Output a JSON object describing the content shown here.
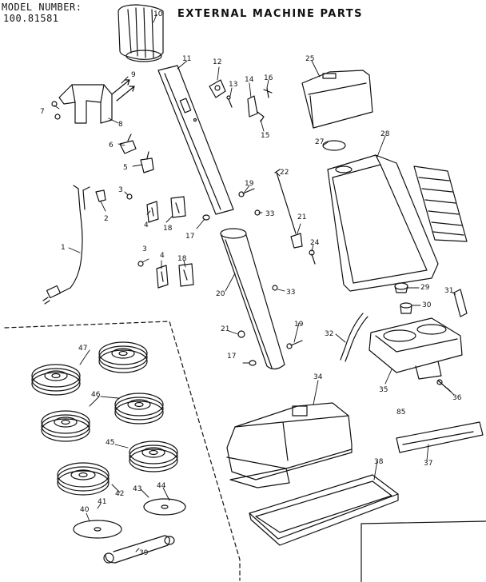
{
  "header": {
    "model_label": "MODEL NUMBER:",
    "model_number": "100.81581",
    "title": "EXTERNAL MACHINE PARTS"
  },
  "callouts": [
    {
      "id": "1",
      "text": "1"
    },
    {
      "id": "2",
      "text": "2"
    },
    {
      "id": "3a",
      "text": "3"
    },
    {
      "id": "3b",
      "text": "3"
    },
    {
      "id": "4a",
      "text": "4"
    },
    {
      "id": "4b",
      "text": "4"
    },
    {
      "id": "5",
      "text": "5"
    },
    {
      "id": "6",
      "text": "6"
    },
    {
      "id": "7",
      "text": "7"
    },
    {
      "id": "8",
      "text": "8"
    },
    {
      "id": "9",
      "text": "9"
    },
    {
      "id": "10",
      "text": "10"
    },
    {
      "id": "11",
      "text": "11"
    },
    {
      "id": "12",
      "text": "12"
    },
    {
      "id": "13",
      "text": "13"
    },
    {
      "id": "14",
      "text": "14"
    },
    {
      "id": "15",
      "text": "15"
    },
    {
      "id": "16",
      "text": "16"
    },
    {
      "id": "17a",
      "text": "17"
    },
    {
      "id": "17b",
      "text": "17"
    },
    {
      "id": "18a",
      "text": "18"
    },
    {
      "id": "18b",
      "text": "18"
    },
    {
      "id": "19a",
      "text": "19"
    },
    {
      "id": "19b",
      "text": "19"
    },
    {
      "id": "20",
      "text": "20"
    },
    {
      "id": "21a",
      "text": "21"
    },
    {
      "id": "21b",
      "text": "21"
    },
    {
      "id": "22",
      "text": "22"
    },
    {
      "id": "24",
      "text": "24"
    },
    {
      "id": "25",
      "text": "25"
    },
    {
      "id": "27",
      "text": "27"
    },
    {
      "id": "28",
      "text": "28"
    },
    {
      "id": "29",
      "text": "29"
    },
    {
      "id": "30",
      "text": "30"
    },
    {
      "id": "31",
      "text": "31"
    },
    {
      "id": "32",
      "text": "32"
    },
    {
      "id": "33a",
      "text": "33"
    },
    {
      "id": "33b",
      "text": "33"
    },
    {
      "id": "34",
      "text": "34"
    },
    {
      "id": "35",
      "text": "35"
    },
    {
      "id": "36",
      "text": "36"
    },
    {
      "id": "37",
      "text": "37"
    },
    {
      "id": "38",
      "text": "38"
    },
    {
      "id": "39",
      "text": "39"
    },
    {
      "id": "40",
      "text": "40"
    },
    {
      "id": "41",
      "text": "41"
    },
    {
      "id": "42",
      "text": "42"
    },
    {
      "id": "43",
      "text": "43"
    },
    {
      "id": "44",
      "text": "44"
    },
    {
      "id": "45",
      "text": "45"
    },
    {
      "id": "46",
      "text": "46"
    },
    {
      "id": "47",
      "text": "47"
    },
    {
      "id": "85",
      "text": "85"
    }
  ]
}
